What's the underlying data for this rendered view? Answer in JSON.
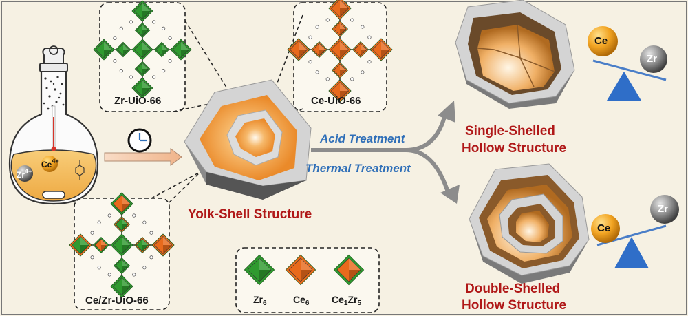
{
  "labels": {
    "zr_uio": "Zr-UiO-66",
    "ce_uio": "Ce-UiO-66",
    "cezr_uio": "Ce/Zr-UiO-66",
    "yolk_shell": "Yolk-Shell Structure",
    "acid": "Acid Treatment",
    "thermal": "Thermal Treatment",
    "single_1": "Single-Shelled",
    "single_2": "Hollow Structure",
    "double_1": "Double-Shelled",
    "double_2": "Hollow Structure"
  },
  "flask": {
    "ce_ion": "Ce",
    "ce_charge": "4+",
    "zr_ion": "Zr",
    "zr_charge": "4+"
  },
  "balances": {
    "ce": "Ce",
    "zr": "Zr"
  },
  "legend": [
    {
      "element": "Zr",
      "count": "6",
      "color": "#2f9a2f"
    },
    {
      "element": "Ce",
      "count": "6",
      "color": "#e86a1c"
    },
    {
      "element": "Ce",
      "count": "1",
      "element2": "Zr",
      "count2": "5",
      "color": "#2f9a2f"
    }
  ],
  "colors": {
    "background": "#f6f1e3",
    "zr_green": "#2f9a2f",
    "ce_orange": "#e86a1c",
    "shell_grey": "#c8c8c8",
    "yolk_orange": "#f4a64a",
    "title_red": "#b01818",
    "process_blue": "#2f6fb8"
  },
  "icons": [
    "clock-icon",
    "flask-icon",
    "seesaw-icon",
    "arrow-icon"
  ]
}
